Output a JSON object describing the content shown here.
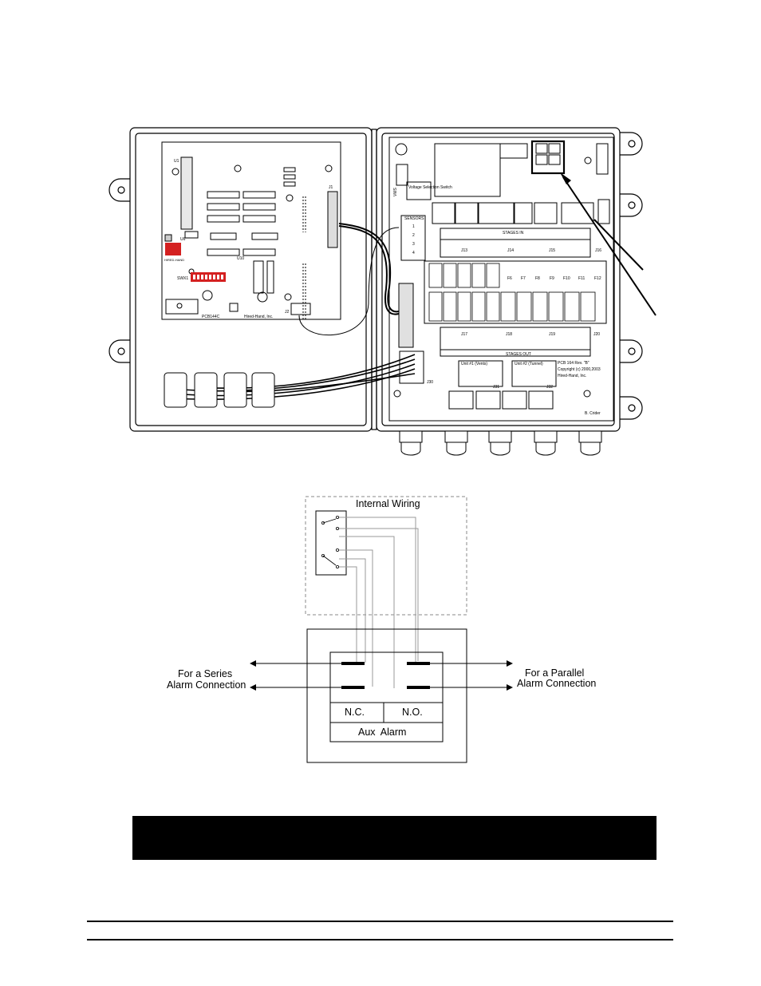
{
  "enclosure": {
    "pcb_left": {
      "chip_labels": [
        "U1",
        "U6",
        "U10",
        "J1",
        "J2"
      ],
      "switch_label": "SWX1",
      "board_name": "PCB144C",
      "maker": "Hired-Hand, Inc.",
      "logo_text": "HIRED-HAND"
    },
    "pcb_right": {
      "voltage_switch_label": "Voltage Selection Switch",
      "vms_label": "VMS",
      "sensors_label": "SENSORS",
      "sensor_numbers": [
        "1",
        "2",
        "3",
        "4"
      ],
      "stages_in": "STAGES IN",
      "stages_out": "STAGES OUT",
      "fuse_labels": [
        "F6",
        "F7",
        "F8",
        "F9",
        "F10",
        "F11",
        "F12"
      ],
      "jack_labels": [
        "J13",
        "J14",
        "J15",
        "J16",
        "J17",
        "J18",
        "J19",
        "J20",
        "J30",
        "J31",
        "J32"
      ],
      "unit1": "Unit #1 (Vents)",
      "unit2": "Unit #2 (Tunnel)",
      "pcb_rev": "PCB 164 Rev. \"B\"",
      "copyright": "Copyright (c) 2000,2003",
      "maker": "Hired-Hand, Inc.",
      "designer": "B. Crider"
    }
  },
  "wiring": {
    "internal_title": "Internal Wiring",
    "series_line1": "For a Series",
    "series_line2": "Alarm Connection",
    "parallel_line1": "For a Parallel",
    "parallel_line2": "Alarm Connection",
    "nc": "N.C.",
    "no": "N.O.",
    "aux_alarm": "Aux  Alarm"
  }
}
